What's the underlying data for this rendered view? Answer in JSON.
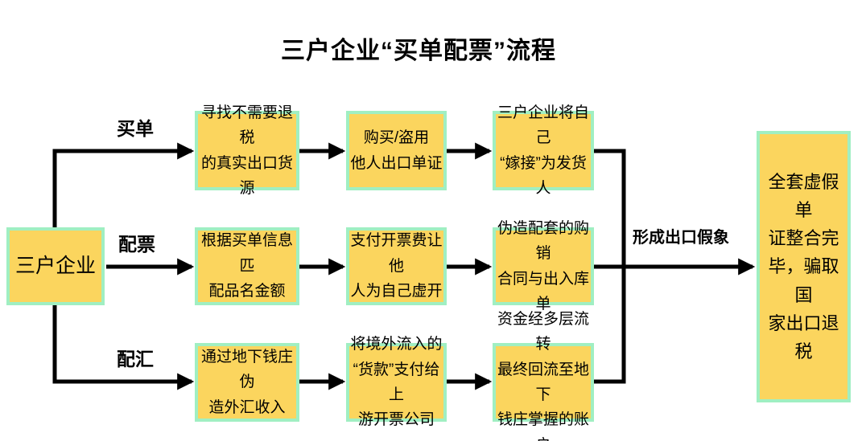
{
  "title": "三户企业“买单配票”流程",
  "colors": {
    "box_fill": "#FBD55E",
    "box_border": "#A0EFC2",
    "line": "#000000",
    "background": "#FFFFFF"
  },
  "source_box": {
    "label": "三户企业"
  },
  "merge_label": "形成出口假象",
  "result_box": {
    "label": "全套虚假单\n证整合完\n毕，骗取国\n家出口退税"
  },
  "branches": [
    {
      "label": "买单",
      "steps": [
        "寻找不需要退税\n的真实出口货源",
        "购买/盗用\n他人出口单证",
        "三户企业将自己\n“嫁接”为发货人"
      ]
    },
    {
      "label": "配票",
      "steps": [
        "根据买单信息匹\n配品名金额",
        "支付开票费让他\n人为自己虚开",
        "伪造配套的购销\n合同与出入库单"
      ]
    },
    {
      "label": "配汇",
      "steps": [
        "通过地下钱庄伪\n造外汇收入",
        "将境外流入的\n“货款”支付给上\n游开票公司",
        "资金经多层流转\n最终回流至地下\n钱庄掌握的账户"
      ]
    }
  ]
}
